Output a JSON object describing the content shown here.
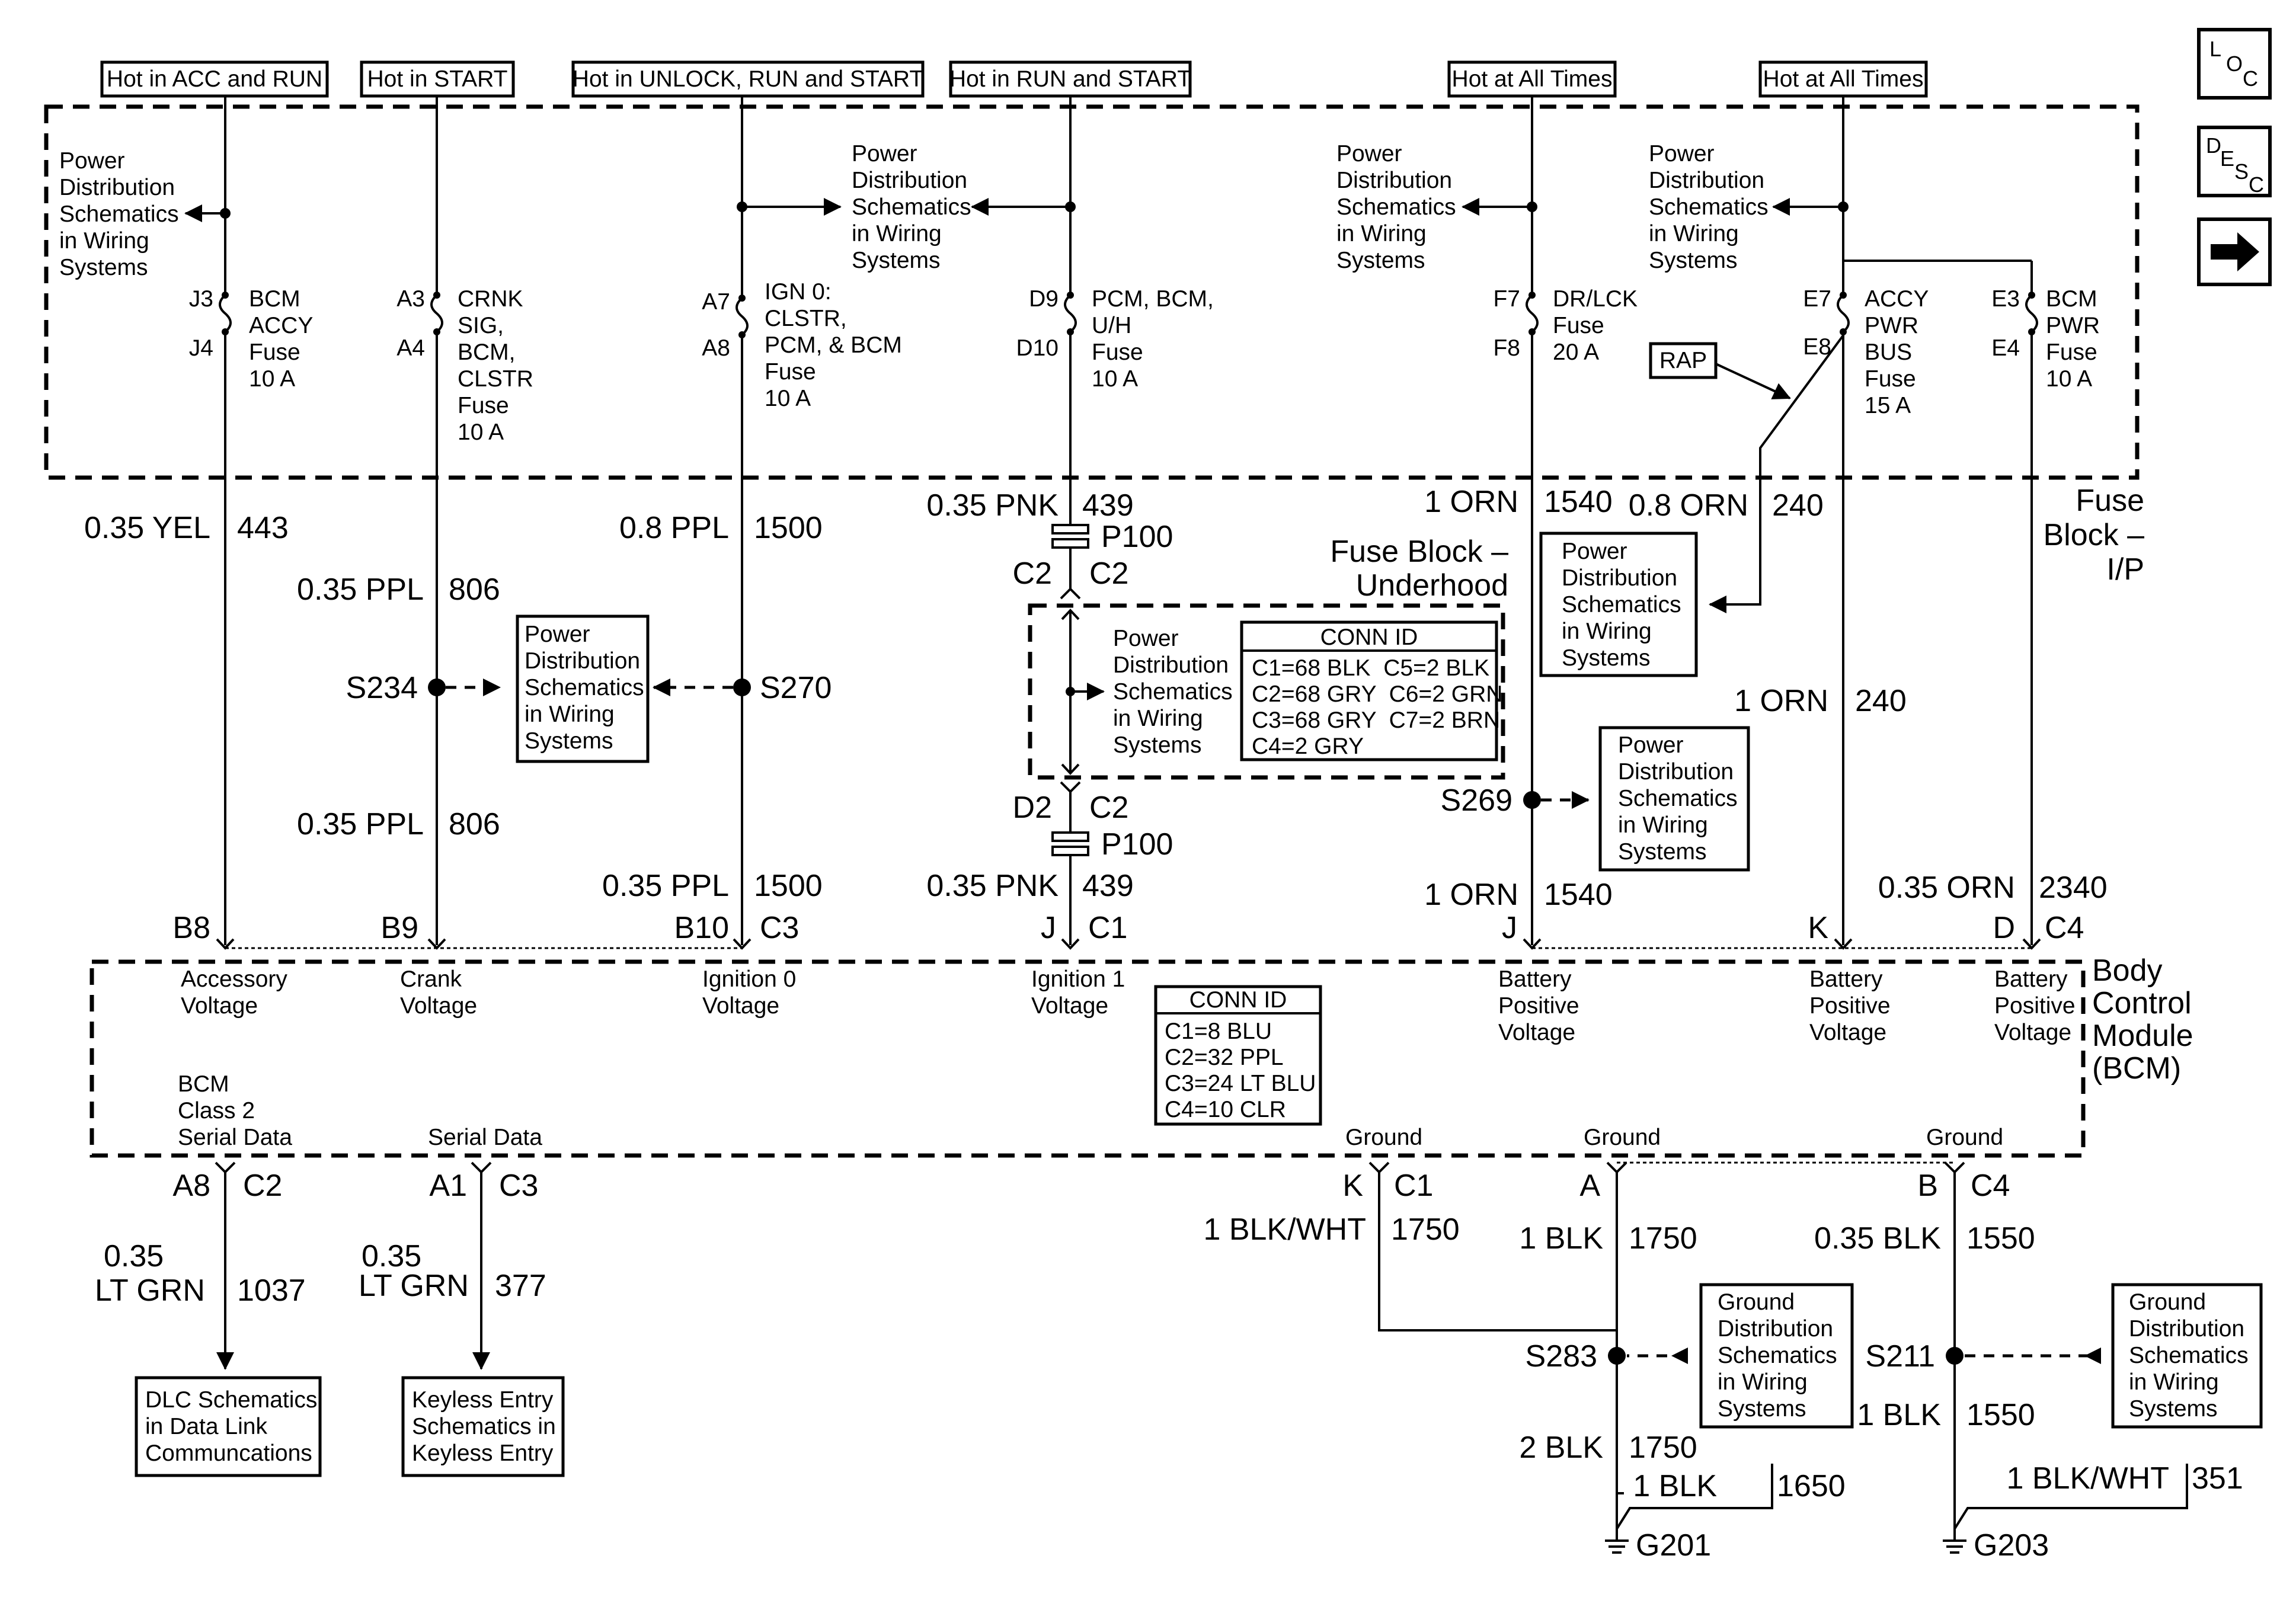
{
  "supply_labels": {
    "acc_run": "Hot in ACC and RUN",
    "start": "Hot in START",
    "unlock_run_start": "Hot in UNLOCK, RUN and START",
    "run_start": "Hot in RUN and START",
    "all_times": "Hot at All Times"
  },
  "pds_lines": [
    "Power",
    "Distribution",
    "Schematics",
    "in Wiring",
    "Systems"
  ],
  "gds_lines": [
    "Ground",
    "Distribution",
    "Schematics",
    "in Wiring",
    "Systems"
  ],
  "fuses": {
    "bcm_accy": {
      "in": "J3",
      "out": "J4",
      "lines": [
        "BCM",
        "ACCY",
        "Fuse",
        "10 A"
      ]
    },
    "crnk": {
      "in": "A3",
      "out": "A4",
      "lines": [
        "CRNK",
        "SIG,",
        "BCM,",
        "CLSTR",
        "Fuse",
        "10 A"
      ]
    },
    "ign0": {
      "in": "A7",
      "out": "A8",
      "lines": [
        "IGN 0:",
        "CLSTR,",
        "PCM, & BCM",
        "Fuse",
        "10 A"
      ]
    },
    "pcm": {
      "in": "D9",
      "out": "D10",
      "lines": [
        "PCM, BCM,",
        "U/H",
        "Fuse",
        "10 A"
      ]
    },
    "drlck": {
      "in": "F7",
      "out": "F8",
      "lines": [
        "DR/LCK",
        "Fuse",
        "20 A"
      ]
    },
    "accy_pwr": {
      "in": "E7",
      "out": "E8",
      "lines": [
        "ACCY",
        "PWR",
        "BUS",
        "Fuse",
        "15 A"
      ]
    },
    "bcm_pwr": {
      "in": "E3",
      "out": "E4",
      "lines": [
        "BCM",
        "PWR",
        "Fuse",
        "10 A"
      ]
    }
  },
  "rap": "RAP",
  "fuse_block_ip": [
    "Fuse",
    "Block –",
    "I/P"
  ],
  "fuse_block_underhood": [
    "Fuse Block –",
    "Underhood"
  ],
  "wires": {
    "w443": {
      "color": "0.35 YEL",
      "circuit": "443"
    },
    "w806_top": {
      "color": "0.35 PPL",
      "circuit": "806"
    },
    "w806_bot": {
      "color": "0.35 PPL",
      "circuit": "806"
    },
    "w1500_top": {
      "color": "0.8 PPL",
      "circuit": "1500"
    },
    "w1500_bot": {
      "color": "0.35 PPL",
      "circuit": "1500"
    },
    "w439_top": {
      "color": "0.35 PNK",
      "circuit": "439"
    },
    "w439_bot": {
      "color": "0.35 PNK",
      "circuit": "439"
    },
    "w1540_top": {
      "color": "1 ORN",
      "circuit": "1540"
    },
    "w1540_bot": {
      "color": "1 ORN",
      "circuit": "1540"
    },
    "w240_top": {
      "color": "0.8 ORN",
      "circuit": "240"
    },
    "w240_bot": {
      "color": "1 ORN",
      "circuit": "240"
    },
    "w2340": {
      "color": "0.35 ORN",
      "circuit": "2340"
    },
    "w1037_a": "0.35",
    "w1037_b": "LT GRN",
    "w1037_c": "1037",
    "w377_a": "0.35",
    "w377_b": "LT GRN",
    "w377_c": "377",
    "w1750_k": {
      "color": "1 BLK/WHT",
      "circuit": "1750"
    },
    "w1750_a": {
      "color": "1 BLK",
      "circuit": "1750"
    },
    "w1750_g": {
      "color": "2 BLK",
      "circuit": "1750"
    },
    "w1650": {
      "color": "1 BLK",
      "circuit": "1650"
    },
    "w1550_top": {
      "color": "0.35 BLK",
      "circuit": "1550"
    },
    "w1550_bot": {
      "color": "1 BLK",
      "circuit": "1550"
    },
    "w351": {
      "color": "1 BLK/WHT",
      "circuit": "351"
    }
  },
  "splices": {
    "s234": "S234",
    "s270": "S270",
    "s269": "S269",
    "s283": "S283",
    "s211": "S211"
  },
  "connector_p100": {
    "name": "P100",
    "c2_left": "C2",
    "c2_right": "C2",
    "d2": "D2",
    "c2_bottom": "C2"
  },
  "underhood_conn_id": {
    "title": "CONN ID",
    "rows": [
      "C1=68 BLK  C5=2 BLK",
      "C2=68 GRY  C6=2 GRN",
      "C3=68 GRY  C7=2 BRN",
      "C4=2 GRY"
    ]
  },
  "bcm_conn_id": {
    "title": "CONN ID",
    "rows": [
      "C1=8 BLU",
      "C2=32 PPL",
      "C3=24 LT BLU",
      "C4=10 CLR"
    ]
  },
  "bcm_pins_top": {
    "b8": "B8",
    "b9": "B9",
    "b10": "B10",
    "c3": "C3",
    "j1": "J",
    "c1": "C1",
    "j2": "J",
    "k": "K",
    "d": "D",
    "c4": "C4"
  },
  "bcm_inputs": {
    "accessory": [
      "Accessory",
      "Voltage"
    ],
    "crank": [
      "Crank",
      "Voltage"
    ],
    "ign0": [
      "Ignition 0",
      "Voltage"
    ],
    "ign1": [
      "Ignition 1",
      "Voltage"
    ],
    "bat1": [
      "Battery",
      "Positive",
      "Voltage"
    ],
    "bat2": [
      "Battery",
      "Positive",
      "Voltage"
    ],
    "bat3": [
      "Battery",
      "Positive",
      "Voltage"
    ]
  },
  "bcm_name": [
    "Body",
    "Control",
    "Module",
    "(BCM)"
  ],
  "bcm_bottom": {
    "class2": [
      "BCM",
      "Class 2",
      "Serial Data"
    ],
    "serial": "Serial Data",
    "ground1": "Ground",
    "ground2": "Ground",
    "ground3": "Ground"
  },
  "bcm_pins_bottom": {
    "a8": "A8",
    "c2": "C2",
    "a1": "A1",
    "c3": "C3",
    "k": "K",
    "c1": "C1",
    "a": "A",
    "b": "B",
    "c4": "C4"
  },
  "destinations": {
    "dlc": [
      "DLC Schematics",
      "in Data Link",
      "Communcations"
    ],
    "keyless": [
      "Keyless Entry",
      "Schematics in",
      "Keyless Entry"
    ]
  },
  "grounds": {
    "g201": "G201",
    "g203": "G203"
  },
  "nav": {
    "loc": {
      "a": "L",
      "b": "O",
      "c": "C"
    },
    "desc": {
      "a": "D",
      "b": "E",
      "c": "S",
      "d": "C"
    }
  }
}
